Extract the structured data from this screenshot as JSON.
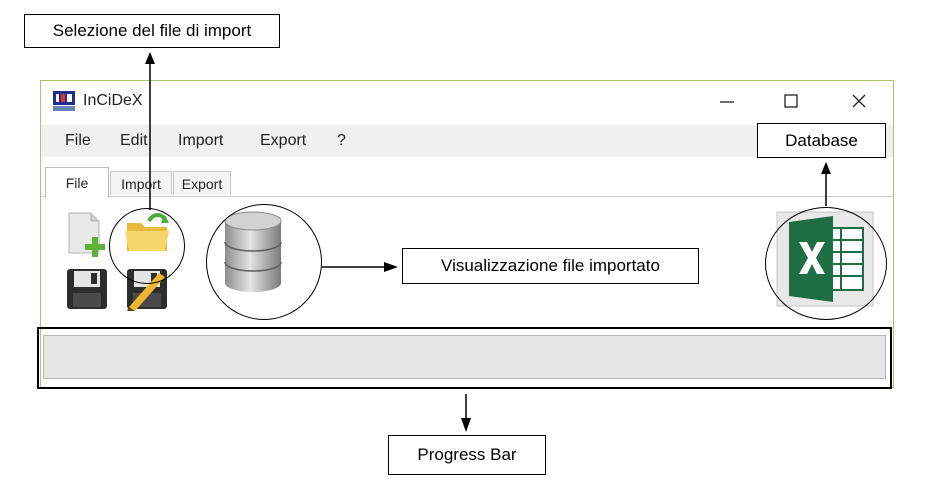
{
  "window": {
    "title": "InCiDeX",
    "controls": {
      "minimize": "—",
      "maximize": "☐",
      "close": "✕"
    }
  },
  "menubar": {
    "items": [
      {
        "label": "File"
      },
      {
        "label": "Edit"
      },
      {
        "label": "Import"
      },
      {
        "label": "Export"
      },
      {
        "label": "?"
      }
    ]
  },
  "tabs": [
    {
      "label": "File",
      "active": true
    },
    {
      "label": "Import",
      "active": false
    },
    {
      "label": "Export",
      "active": false
    }
  ],
  "toolbar": {
    "icons": [
      "new-file-icon",
      "open-folder-icon",
      "save-icon",
      "save-as-icon",
      "database-icon",
      "excel-icon"
    ]
  },
  "callouts": {
    "file_select": "Selezione del file di import",
    "view_file": "Visualizzazione file importato",
    "database": "Database",
    "progress": "Progress Bar"
  },
  "colors": {
    "window_border": "#a8c86a",
    "excel_green": "#1f6e43",
    "folder_yellow": "#f4d66b",
    "progress_fill": "#e6e6e6"
  }
}
